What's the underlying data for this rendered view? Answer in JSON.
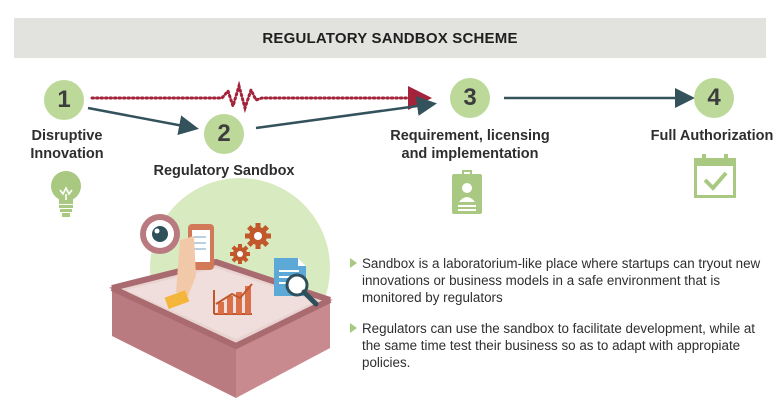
{
  "banner": {
    "title": "REGULATORY SANDBOX SCHEME"
  },
  "steps": [
    {
      "number": "1",
      "label_lines": [
        "Disruptive",
        "Innovation"
      ]
    },
    {
      "number": "2",
      "label_lines": [
        "Regulatory Sandbox"
      ]
    },
    {
      "number": "3",
      "label_lines": [
        "Requirement, licensing",
        "and implementation"
      ]
    },
    {
      "number": "4",
      "label_lines": [
        "Full Authorization"
      ]
    }
  ],
  "bullets": [
    "Sandbox is a laboratorium-like place where startups can tryout new innovations or business models in a safe environment that is monitored by regulators",
    "Regulators can use the sandbox to facilitate development, while at the same time test their business so as to adapt with appropiate policies."
  ],
  "colors": {
    "banner_bg": "#e2e3de",
    "step_circle": "#bcd99a",
    "arrow": "#34525c",
    "dotted_path": "#a3233a",
    "sandbox_box": "#b97a80",
    "sandbox_bg_circle": "#d8eabf",
    "icon_green": "#a9c882"
  },
  "icons": [
    "lightbulb-icon",
    "id-badge-icon",
    "calendar-check-icon",
    "eye-icon",
    "gear-icon",
    "phone-icon",
    "document-icon",
    "magnifier-icon",
    "bar-chart-icon"
  ]
}
